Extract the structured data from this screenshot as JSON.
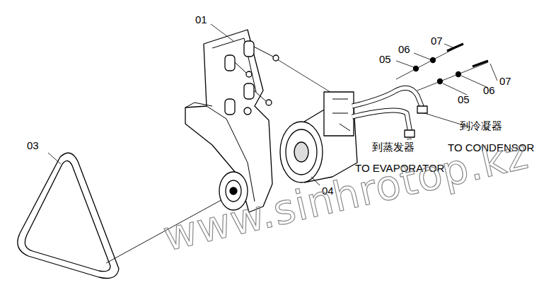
{
  "diagram": {
    "labels": [
      "01",
      "03",
      "04",
      "05",
      "06",
      "07",
      "07",
      "06",
      "05",
      "到蒸发器",
      "TO EVAPORATOR",
      "到冷凝器",
      "TO CONDENSOR",
      "www.sinhrotop.kz"
    ]
  }
}
